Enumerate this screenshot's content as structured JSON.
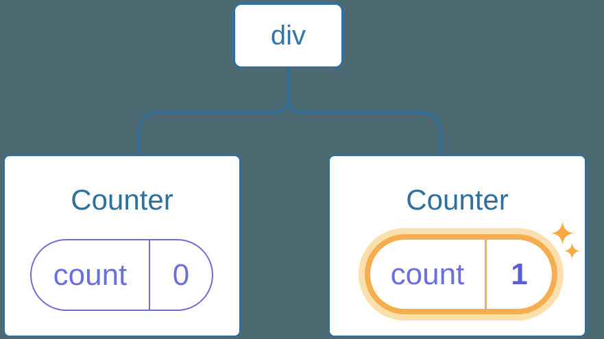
{
  "diagram": {
    "title_hint": "React component tree with state",
    "root": {
      "label": "div"
    },
    "children": [
      {
        "name": "Counter",
        "state": {
          "label": "count",
          "value": "0"
        },
        "highlighted": false
      },
      {
        "name": "Counter",
        "state": {
          "label": "count",
          "value": "1"
        },
        "highlighted": true
      }
    ],
    "icons": {
      "sparkle_large": "sparkle-icon",
      "sparkle_small": "sparkle-icon"
    },
    "colors": {
      "background": "#4d6972",
      "node_border": "#2d6fa2",
      "node_text": "#3376a6",
      "title_text": "#2e6f9e",
      "connector": "#2e6f9e",
      "card_background": "#ffffff",
      "pill_purple": "#6c6cdb",
      "pill_purple_text": "#6a6fe0",
      "value_bold_purple": "#575fd6",
      "highlight_orange": "#f6ad4e",
      "highlight_glow": "#fbdfad",
      "sparkle": "#f6a93f"
    }
  }
}
